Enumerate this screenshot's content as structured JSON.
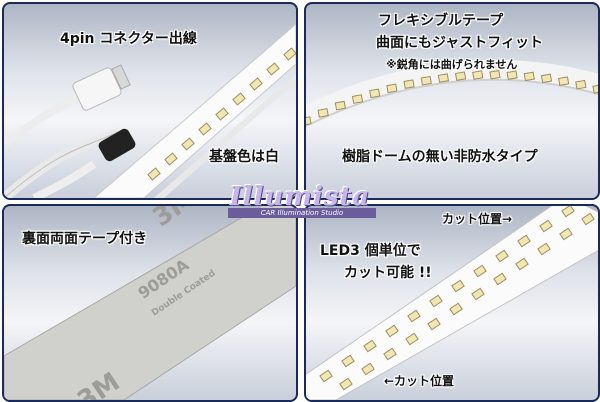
{
  "panels": {
    "connector": {
      "label_top": "4pin コネクター出線",
      "label_board": "基盤色は白"
    },
    "flexible": {
      "title_line1": "フレキシブルテープ",
      "title_line2": "曲面にもジャストフィット",
      "note": "※鋭角には曲げられません",
      "label_bottom": "樹脂ドームの無い非防水タイプ"
    },
    "tape": {
      "label_top": "裏面両面テープ付き",
      "printed_brand": "3M",
      "printed_code": "9080A",
      "printed_small": "Double Coated"
    },
    "cut": {
      "label_cut_top": "カット位置→",
      "label_led": "LED3 個単位で",
      "label_cut_ok": "カット可能 !!",
      "label_cut_bottom": "←カット位置"
    }
  },
  "logo": {
    "name": "Illumista",
    "tagline": "CAR Illumination Studio"
  },
  "colors": {
    "panel_border": "#1a2a5a",
    "led_chip": "#f2e6b2",
    "strip": "#ffffff"
  }
}
